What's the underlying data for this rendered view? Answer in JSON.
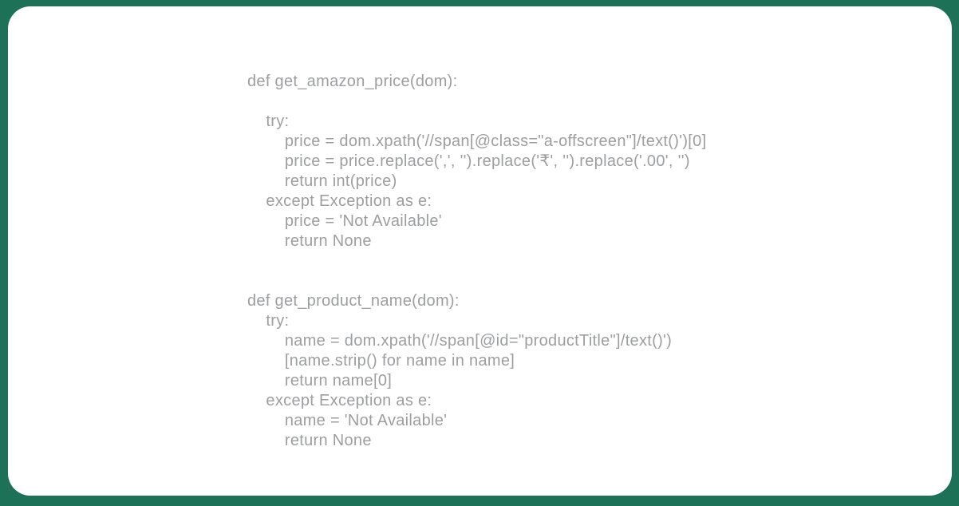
{
  "page": {
    "background_color": "#1C7156",
    "card_background_color": "#FFFFFF"
  },
  "code_block": {
    "language": "python",
    "text_color": "#9C9EA0",
    "lines": [
      "def get_amazon_price(dom):",
      "",
      "    try:",
      "        price = dom.xpath('//span[@class=\"a-offscreen\"]/text()')[0]",
      "        price = price.replace(',', '').replace('₹', '').replace('.00', '')",
      "        return int(price)",
      "    except Exception as e:",
      "        price = 'Not Available'",
      "        return None",
      "",
      "",
      "def get_product_name(dom):",
      "    try:",
      "        name = dom.xpath('//span[@id=\"productTitle\"]/text()')",
      "        [name.strip() for name in name]",
      "        return name[0]",
      "    except Exception as e:",
      "        name = 'Not Available'",
      "        return None"
    ]
  }
}
